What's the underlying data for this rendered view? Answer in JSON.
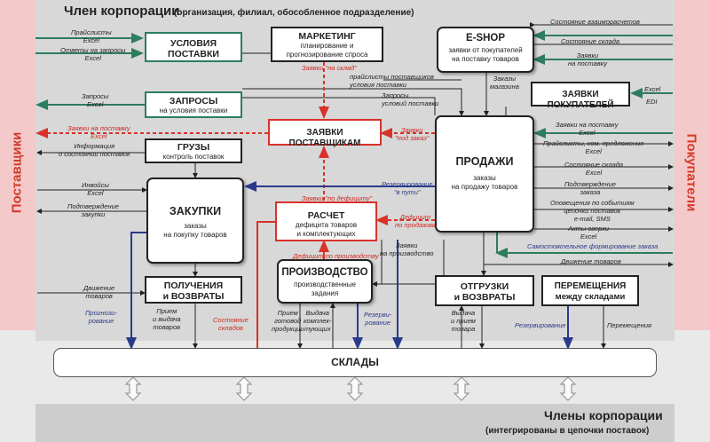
{
  "header": {
    "title": "Член корпорации",
    "subtitle": "(организация, филиал, обособленное подразделение)"
  },
  "footer": {
    "title": "Члены корпорации",
    "subtitle": "(интегрированы в цепочки поставок)"
  },
  "sides": {
    "left": "Поставщики",
    "right": "Покупатели"
  },
  "boxes": {
    "conditions": {
      "t1": "УСЛОВИЯ",
      "t2": "ПОСТАВКИ"
    },
    "marketing": {
      "t": "МАРКЕТИНГ",
      "s1": "планирование и",
      "s2": "прогнозирование спроса"
    },
    "eshop": {
      "t": "E-SHOP",
      "s1": "заявки от покупателей",
      "s2": "на поставку товаров"
    },
    "buyer_orders": {
      "t": "ЗАЯВКИ ПОКУПАТЕЛЕЙ"
    },
    "requests": {
      "t": "ЗАПРОСЫ",
      "s": "на условия поставки"
    },
    "supplier_orders": {
      "t": "ЗАЯВКИ ПОСТАВЩИКАМ"
    },
    "cargo": {
      "t": "ГРУЗЫ",
      "s": "контроль поставок"
    },
    "sales": {
      "t": "ПРОДАЖИ",
      "s1": "заказы",
      "s2": "на продажу товаров"
    },
    "purchases": {
      "t": "ЗАКУПКИ",
      "s1": "заказы",
      "s2": "на покупку товаров"
    },
    "calc": {
      "t": "РАСЧЕТ",
      "s1": "дефицита товаров",
      "s2": "и комплектующих"
    },
    "production": {
      "t": "ПРОИЗВОДСТВО",
      "s1": "производственные",
      "s2": "задания"
    },
    "receipts": {
      "t1": "ПОЛУЧЕНИЯ",
      "t2": "и ВОЗВРАТЫ"
    },
    "shipments": {
      "t1": "ОТГРУЗКИ",
      "t2": "и ВОЗВРАТЫ"
    },
    "transfers": {
      "t1": "ПЕРЕМЕЩЕНИЯ",
      "t2": "между складами"
    },
    "warehouses": {
      "t": "СКЛАДЫ"
    }
  },
  "labels": {
    "pricelists_in": "Прайслисты",
    "excel1": "Excel",
    "answers": "Ответы на запросы",
    "excel2": "Excel",
    "requests_out": "Запросы",
    "excel3": "Excel",
    "supplier_pricelists_1": "прайслисты поставщиков",
    "supplier_pricelists_2": "условия поставки",
    "requests_mid": "Запросы",
    "supplier_conditions": "условий поставки",
    "orders_to_warehouse": "Заявки \"на склад\"",
    "supply_orders": "Заявки на поставку",
    "excel4": "Excel",
    "orders_under_order_1": "Заявки",
    "orders_under_order_2": "\"под заказ\"",
    "status_info_1": "Информация",
    "status_info_2": "о состоянии поставок",
    "invoices": "Инвойсы",
    "excel5": "Excel",
    "confirm_1": "Подтверждение",
    "confirm_2": "закупки",
    "reserve_transit_1": "Резервирование",
    "reserve_transit_2": "\"в пути\"",
    "deficit_orders": "Заявки \"по дефициту\"",
    "deficit_sales_1": "Дефицит",
    "deficit_sales_2": "по продажам",
    "deficit_production": "Дефицит по производству",
    "prod_orders_1": "Заявки",
    "prod_orders_2": "на производство",
    "goods_movement_1": "Движение",
    "goods_movement_2": "товаров",
    "forecasting_1": "Прогнози-",
    "forecasting_2": "рование",
    "stock_state_1": "Состояние",
    "stock_state_2": "складов",
    "recv_issue_1": "Прием",
    "recv_issue_2": "и выдача",
    "recv_issue_3": "товаров",
    "finished_1": "Прием",
    "finished_2": "готовой",
    "finished_3": "продукции",
    "kit_1": "Выдача",
    "kit_2": "комплек-",
    "kit_3": "тующих",
    "reserve_1": "Резерви-",
    "reserve_2": "рование",
    "issue_recv_1": "Выдача",
    "issue_recv_2": "и прием",
    "issue_recv_3": "товара",
    "reserve_3": "Резервирование",
    "relocation": "Перемещения",
    "r_mutual": "Состояние взаиморасчетов",
    "r_stock": "Состояние склада",
    "r_supply_req_1": "Заявки",
    "r_supply_req_2": "на поставку",
    "r_shop_orders_1": "Заказы",
    "r_shop_orders_2": "магазина",
    "r_excel": "Excel",
    "r_edi": "EDI",
    "r_supply_orders": "Заявки на поставку",
    "r_excel2": "Excel",
    "r_price_offers": "Прайслисты, ком. предложения",
    "r_excel3": "Excel",
    "r_stock2": "Состояние склада",
    "r_excel4": "Excel",
    "r_confirm_1": "Подтверждение",
    "r_confirm_2": "заказа",
    "r_alerts_1": "Оповещения по событиям",
    "r_alerts_2": "цепочки поставок",
    "r_email": "e-mail, SMS",
    "r_acts": "Акты сверки",
    "r_excel5": "Excel",
    "r_self_order": "Самостоятельное формирование заказа",
    "r_goods_move": "Движение товаров"
  },
  "colors": {
    "green": "#2e7d5e",
    "red": "#d8322a",
    "navy": "#2a3a8a",
    "black": "#222222"
  }
}
